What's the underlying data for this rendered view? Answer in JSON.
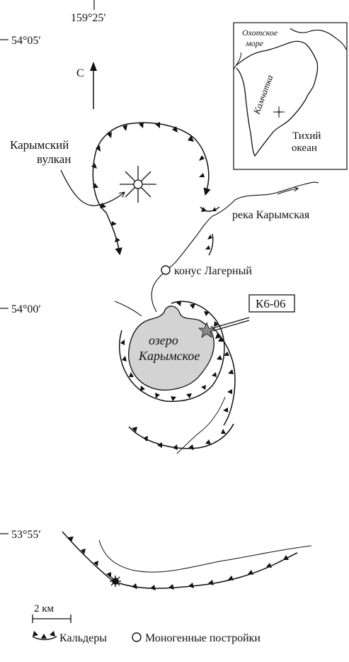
{
  "coords": {
    "lon": "159°25′",
    "lat_1": "54°05′",
    "lat_2": "54°00′",
    "lat_3": "53°55′"
  },
  "north_label": "С",
  "labels": {
    "volcano_line1": "Карымский",
    "volcano_line2": "вулкан",
    "river": "река Карымская",
    "cone": "конус Лагерный",
    "sample": "К6-06",
    "lake_line1": "озеро",
    "lake_line2": "Карымское"
  },
  "inset": {
    "sea_line1": "Охотское",
    "sea_line2": "море",
    "peninsula": "Камчатка",
    "ocean_line1": "Тихий",
    "ocean_line2": "океан"
  },
  "scale": {
    "label": "2 км"
  },
  "legend": {
    "calderas": "Кальдеры",
    "monogenic": "Моногенные постройки"
  },
  "colors": {
    "lake_fill": "#d3d3d3",
    "ink": "#111111",
    "star_fill": "#8a8a8a"
  }
}
